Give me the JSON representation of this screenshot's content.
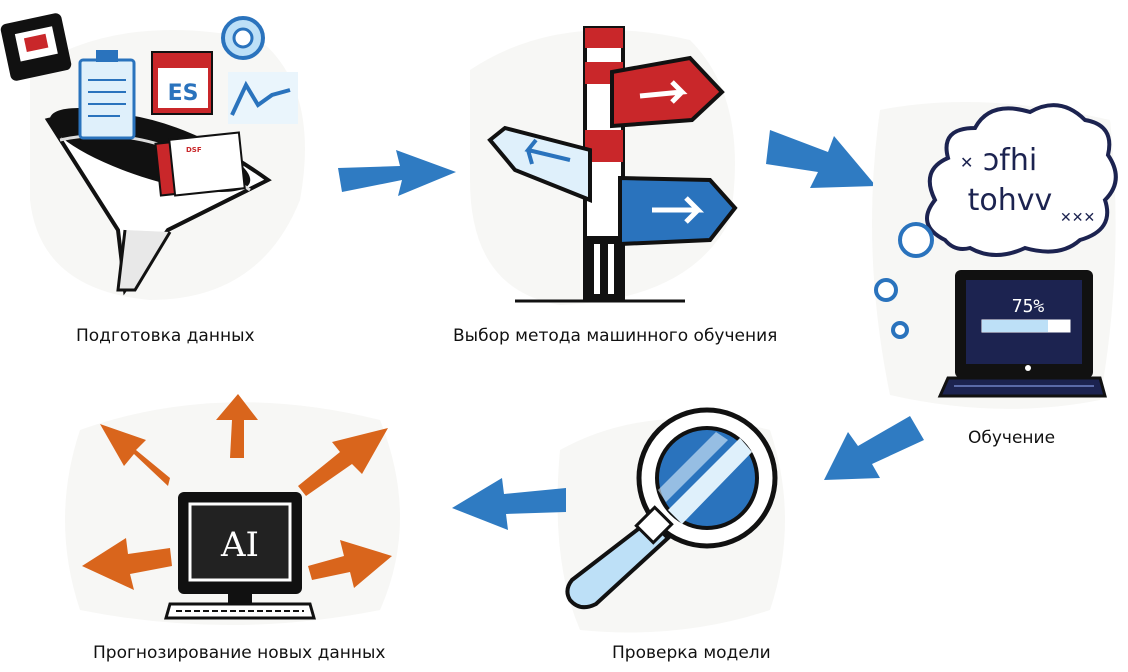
{
  "steps": [
    {
      "label": "Подготовка данных"
    },
    {
      "label": "Выбор метода машинного обучения"
    },
    {
      "label": "Обучение"
    },
    {
      "label": "Проверка модели"
    },
    {
      "label": "Прогнозирование новых данных"
    }
  ],
  "icons": {
    "data_prep": "funnel-icon",
    "method": "signpost-icon",
    "training": "laptop-thinking-icon",
    "validation": "magnifier-icon",
    "prediction": "ai-monitor-icon"
  },
  "doc_text": {
    "es": "ES",
    "tag": "DSF"
  },
  "training_screen": {
    "progress_label": "75%",
    "progress": 0.75
  },
  "thought_text": {
    "line1": "ɔfhi",
    "line2": "tohvv"
  },
  "ai_screen": {
    "label": "AI"
  },
  "colors": {
    "arrow_blue": "#2f7bc2",
    "arrow_orange": "#d9651c",
    "sign_red": "#c9272a",
    "sign_blue": "#2a73bd",
    "screen_navy": "#1c2350"
  }
}
